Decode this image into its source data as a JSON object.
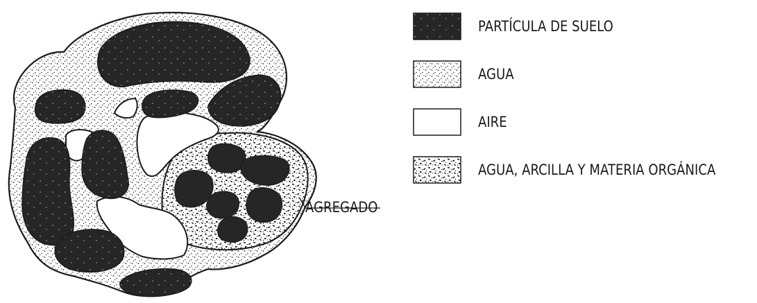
{
  "legend": {
    "items": [
      {
        "key": "soil-particle",
        "label": "PARTÍCULA DE SUELO"
      },
      {
        "key": "water",
        "label": "AGUA"
      },
      {
        "key": "air",
        "label": "AIRE"
      },
      {
        "key": "water-clay-organic",
        "label": "AGUA, ARCILLA Y MATERIA ORGÁNICA"
      }
    ]
  },
  "callout": {
    "label": "AGREGADO"
  },
  "colors": {
    "ink": "#1a1a1a",
    "particle": "#262626",
    "paper": "#ffffff"
  }
}
